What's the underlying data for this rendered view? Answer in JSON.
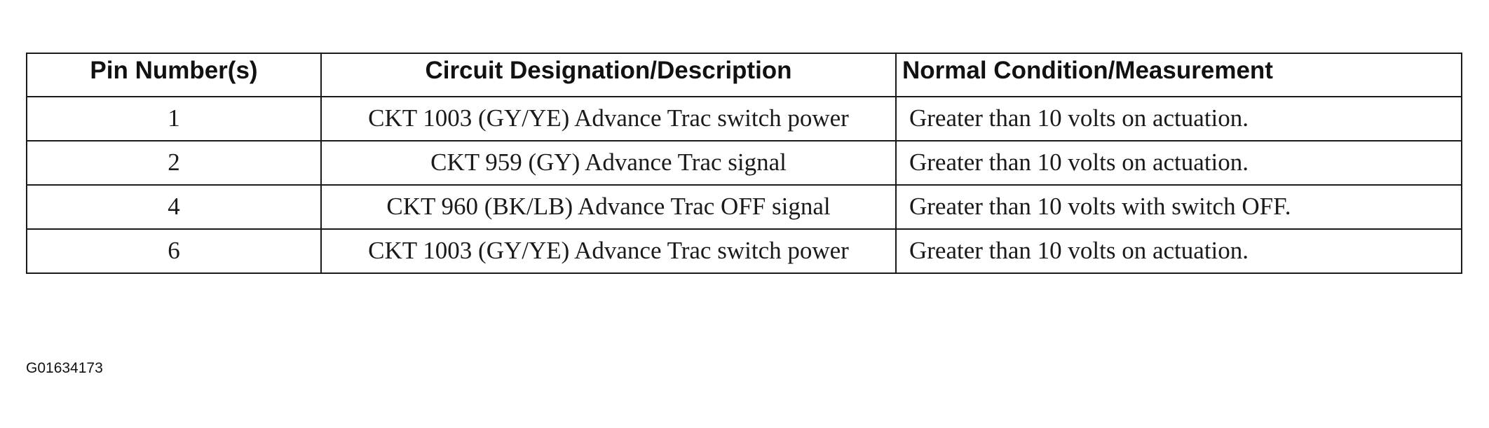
{
  "table": {
    "headers": {
      "pin": "Pin Number(s)",
      "circuit": "Circuit Designation/Description",
      "condition": "Normal Condition/Measurement"
    },
    "rows": [
      {
        "pin": "1",
        "circuit": "CKT 1003 (GY/YE) Advance Trac switch power",
        "condition": "Greater than 10 volts on actuation."
      },
      {
        "pin": "2",
        "circuit": "CKT 959 (GY) Advance Trac signal",
        "condition": "Greater than 10 volts on actuation."
      },
      {
        "pin": "4",
        "circuit": "CKT 960 (BK/LB) Advance Trac OFF signal",
        "condition": "Greater than 10 volts with switch OFF."
      },
      {
        "pin": "6",
        "circuit": "CKT 1003 (GY/YE) Advance Trac switch power",
        "condition": "Greater than 10 volts on actuation."
      }
    ]
  },
  "figure_id": "G01634173"
}
